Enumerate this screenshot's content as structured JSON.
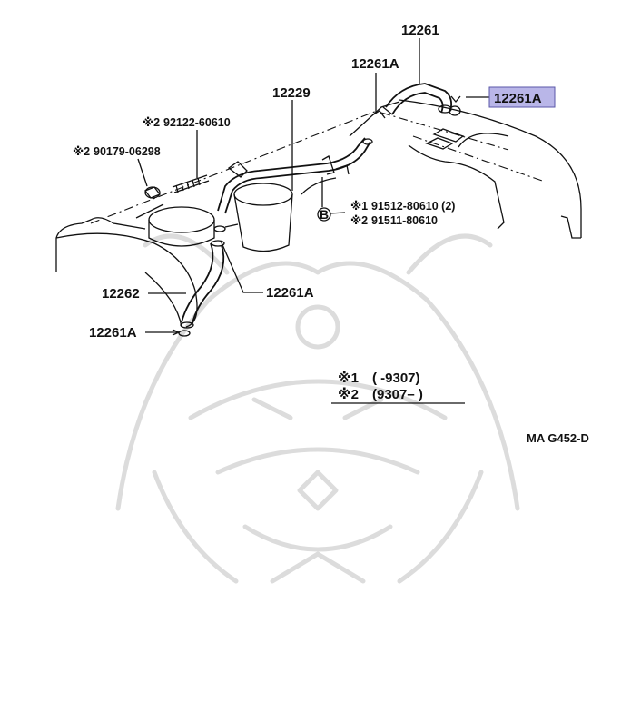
{
  "diagram": {
    "code": "MA G452-D",
    "labels": {
      "p12261": "12261",
      "p12261a_top": "12261A",
      "p12261a_highlight": "12261A",
      "p12229": "12229",
      "p12262": "12262",
      "p12261a_mid": "12261A",
      "p12261a_bottom": "12261A",
      "bolt_92122": "92122-60610",
      "bolt_90179": "90179-06298",
      "screw_91512": "91512-80610 (2)",
      "screw_91511": "91511-80610"
    },
    "marks": {
      "bolt_92122": "※2",
      "bolt_90179": "※2",
      "screw_91512": "※1",
      "screw_91511": "※2",
      "callout_b": "B"
    },
    "legend": {
      "row1_mark": "※1",
      "row1_text": "(        -9307)",
      "row2_mark": "※2",
      "row2_text": "(9307–        )"
    },
    "colors": {
      "highlight_fill": "#b9b6e8",
      "highlight_border": "#5a57a8"
    }
  }
}
